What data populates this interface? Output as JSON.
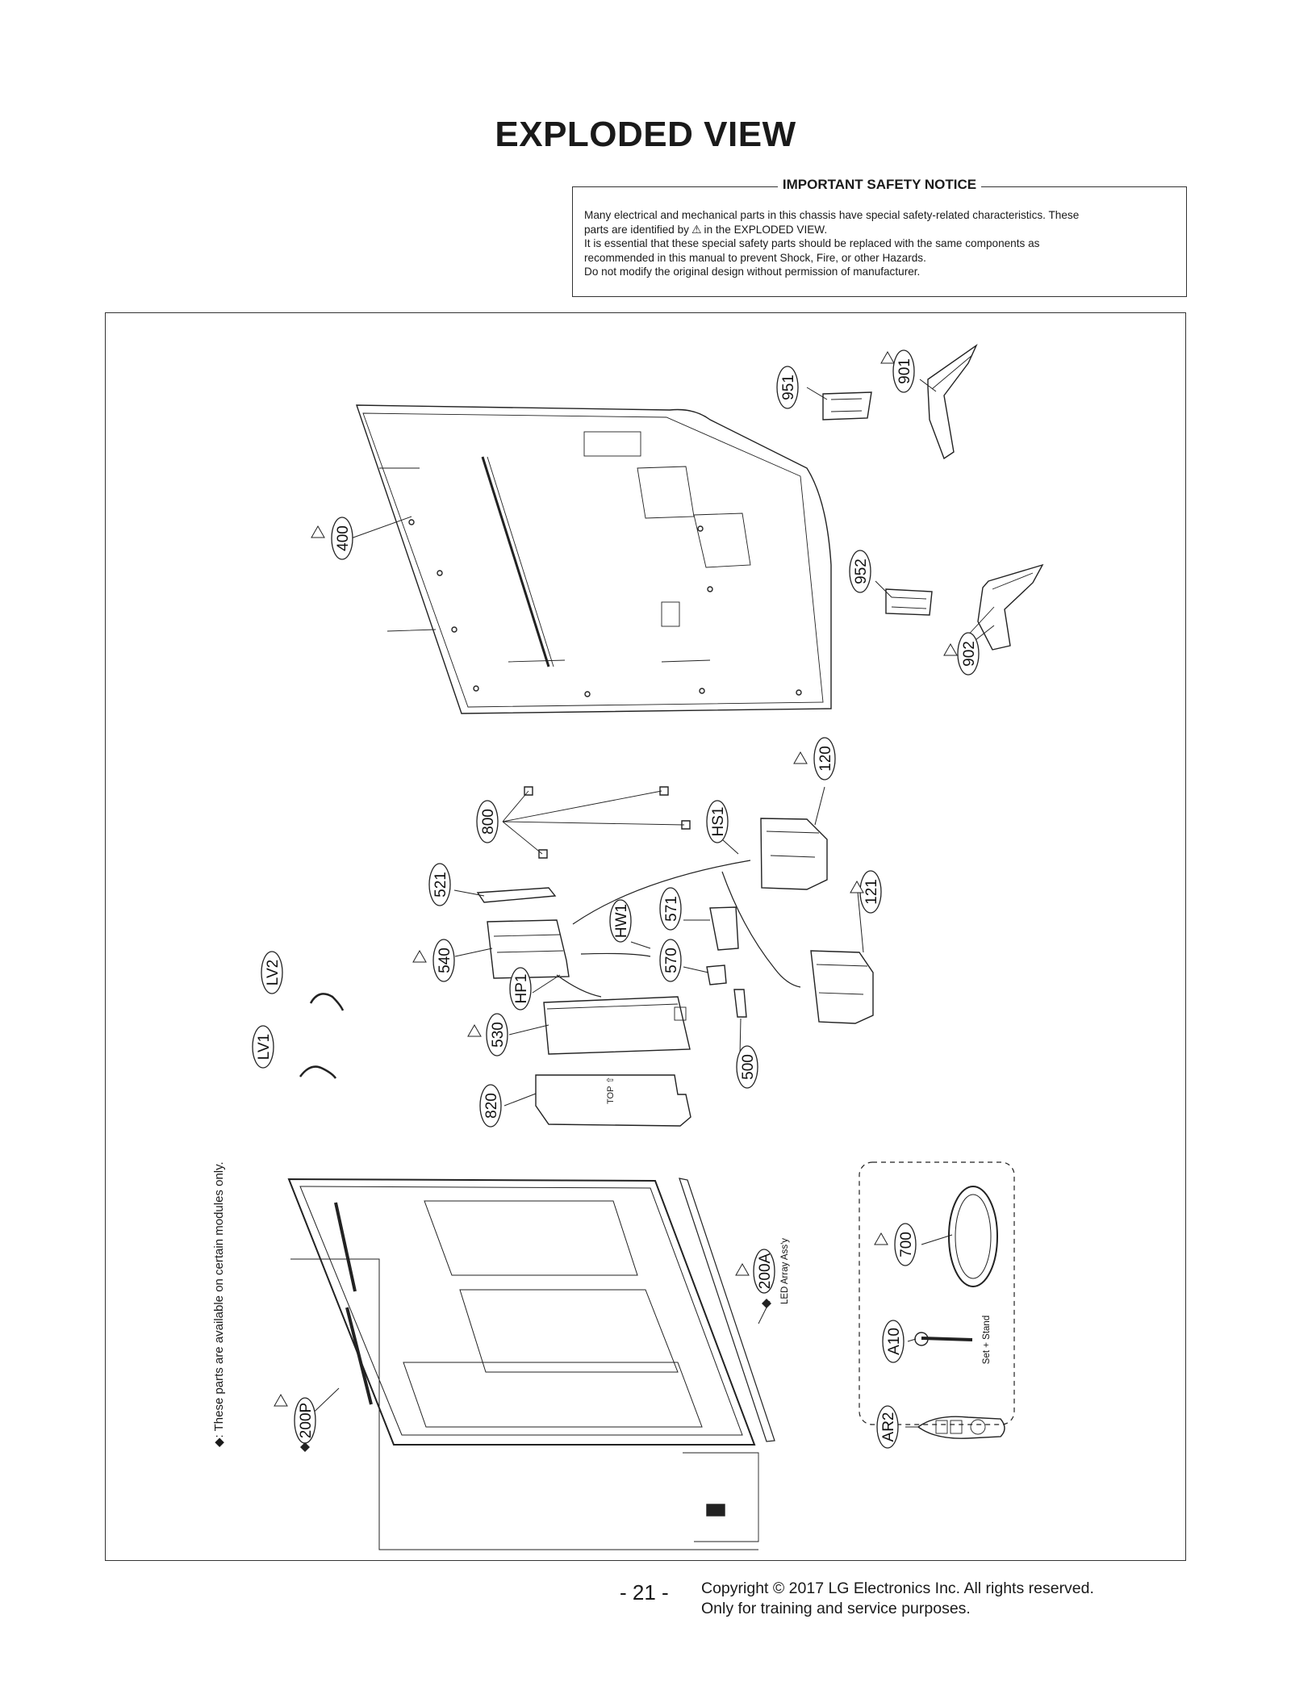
{
  "page_title": "EXPLODED VIEW",
  "notice": {
    "title": "IMPORTANT SAFETY NOTICE",
    "line1": "Many electrical and mechanical parts in this chassis have special safety-related characteristics. These",
    "line2a": "parts are identified by",
    "line2b": "in the EXPLODED VIEW.",
    "line3": "It is essential that these special safety parts should be replaced with the same components as",
    "line4": "recommended in this manual to prevent Shock, Fire, or other Hazards.",
    "line5": "Do not modify the original design without permission of manufacturer."
  },
  "side_note": "◆: These parts are available on certain modules only.",
  "parts": {
    "p951": "951",
    "p901": "901",
    "p400": "400",
    "p952": "952",
    "p902": "902",
    "p120": "120",
    "p800": "800",
    "pHS1": "HS1",
    "p521": "521",
    "p121": "121",
    "p571": "571",
    "pHW1": "HW1",
    "p540": "540",
    "p570": "570",
    "pLV2": "LV2",
    "pHP1": "HP1",
    "p530": "530",
    "pLV1": "LV1",
    "p500": "500",
    "p820": "820",
    "p700": "700",
    "p200A": "200A",
    "pA10": "A10",
    "pAR2": "AR2",
    "p200P": "200P"
  },
  "labels": {
    "led_array": "LED Array Ass'y",
    "set_stand": "Set + Stand"
  },
  "footer": {
    "page_number": "- 21 -",
    "copyright": "Copyright © 2017 LG Electronics Inc. All rights reserved.",
    "usage": "Only for training and service purposes."
  }
}
